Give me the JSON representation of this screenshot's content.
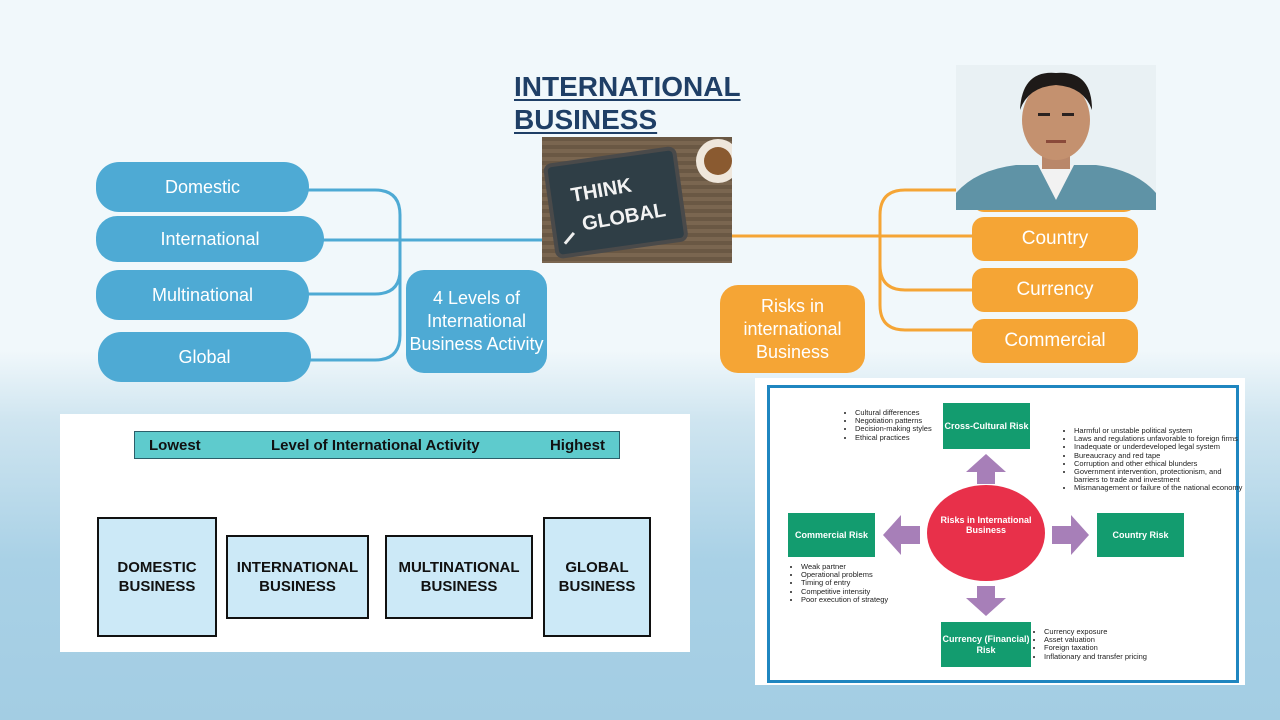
{
  "title_line1": "INTERNATIONAL",
  "title_line2": "BUSINESS",
  "photo_text": [
    "THINK",
    "GLOBAL"
  ],
  "levels": [
    "Domestic",
    "International",
    "Multinational",
    "Global"
  ],
  "levels_hub": "4 Levels of International Business Activity",
  "risks": [
    "Country",
    "Currency",
    "Commercial"
  ],
  "risks_hub": "Risks in international Business",
  "activity_bar": {
    "left": "Lowest",
    "center": "Level of International  Activity",
    "right": "Highest"
  },
  "activity_boxes": [
    "DOMESTIC BUSINESS",
    "INTERNATIONAL BUSINESS",
    "MULTINATIONAL BUSINESS",
    "GLOBAL BUSINESS"
  ],
  "risk_diagram": {
    "center": "Risks in International Business",
    "cross_cultural": {
      "label": "Cross-Cultural Risk",
      "items": [
        "Cultural differences",
        "Negotiation patterns",
        "Decision-making styles",
        "Ethical practices"
      ]
    },
    "country": {
      "label": "Country Risk",
      "items": [
        "Harmful or unstable political system",
        "Laws and regulations unfavorable to foreign firms",
        "Inadequate or underdeveloped legal system",
        "Bureaucracy and red tape",
        "Corruption and other ethical blunders",
        "Government intervention, protectionism, and barriers to trade and investment",
        "Mismanagement or failure of the national economy"
      ]
    },
    "commercial": {
      "label": "Commercial Risk",
      "items": [
        "Weak partner",
        "Operational problems",
        "Timing of entry",
        "Competitive intensity",
        "Poor execution of strategy"
      ]
    },
    "currency": {
      "label": "Currency (Financial) Risk",
      "items": [
        "Currency exposure",
        "Asset valuation",
        "Foreign taxation",
        "Inflationary and transfer pricing"
      ]
    }
  },
  "colors": {
    "blue_pill": "#4eaad4",
    "orange_pill": "#f5a535",
    "title": "#1f3f66",
    "bar": "#5ecbcd",
    "box_fill": "#cce9f7",
    "green_box": "#139c6f",
    "red_circle": "#e8304a",
    "arrow": "#a77fb8",
    "frame": "#1f86c0"
  }
}
